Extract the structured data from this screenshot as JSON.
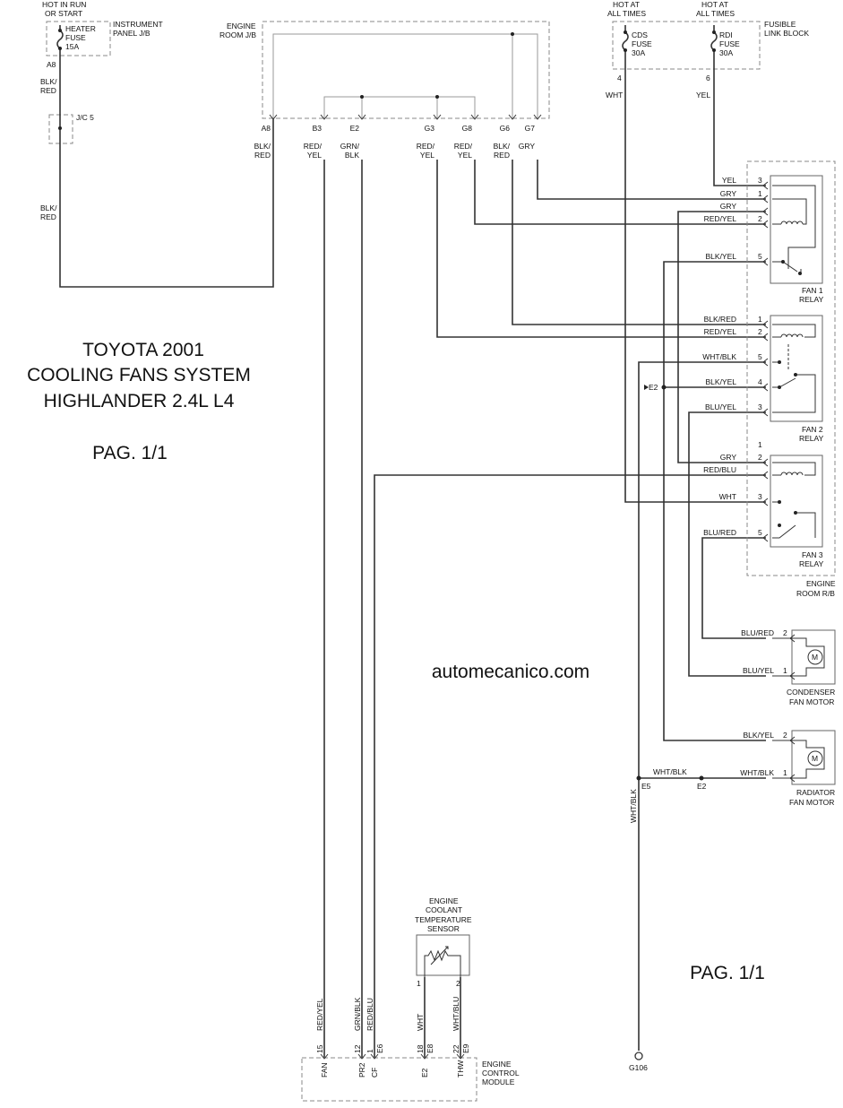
{
  "title": {
    "line1": "TOYOTA 2001",
    "line2": "COOLING FANS SYSTEM",
    "line3": "HIGHLANDER 2.4L L4",
    "page": "PAG. 1/1",
    "page2": "PAG. 1/1"
  },
  "watermark": "automecanico.com",
  "power": {
    "hot_run_start_1": "HOT IN RUN",
    "hot_run_start_2": "OR START",
    "hot_all_times_1": "HOT AT",
    "hot_all_times_2": "ALL TIMES",
    "hot_all_times_b1": "HOT AT",
    "hot_all_times_b2": "ALL TIMES"
  },
  "fuses": {
    "heater": [
      "HEATER",
      "FUSE",
      "15A"
    ],
    "cds": [
      "CDS",
      "FUSE",
      "30A"
    ],
    "rdi": [
      "RDI",
      "FUSE",
      "30A"
    ]
  },
  "blocks": {
    "instrument_panel": [
      "INSTRUMENT",
      "PANEL J/B"
    ],
    "engine_room_jb": [
      "ENGINE",
      "ROOM J/B"
    ],
    "fusible_link": [
      "FUSIBLE",
      "LINK BLOCK"
    ],
    "jc5": "J/C 5",
    "engine_room_rb": [
      "ENGINE",
      "ROOM R/B"
    ],
    "ecm": [
      "ENGINE",
      "CONTROL",
      "MODULE"
    ],
    "ect_sensor": [
      "ENGINE",
      "COOLANT",
      "TEMPERATURE",
      "SENSOR"
    ],
    "condenser_motor": [
      "CONDENSER",
      "FAN MOTOR"
    ],
    "radiator_motor": [
      "RADIATOR",
      "FAN MOTOR"
    ],
    "fan1": [
      "FAN 1",
      "RELAY"
    ],
    "fan2": [
      "FAN 2",
      "RELAY"
    ],
    "fan3": [
      "FAN 3",
      "RELAY"
    ],
    "motor_symbol": "M",
    "ground": "G106"
  },
  "jb_pins": [
    {
      "pin": "A8",
      "wire": [
        "BLK/",
        "RED"
      ]
    },
    {
      "pin": "B3",
      "wire": [
        "RED/",
        "YEL"
      ]
    },
    {
      "pin": "E2",
      "wire": [
        "GRN/",
        "BLK"
      ]
    },
    {
      "pin": "G3",
      "wire": [
        "RED/",
        "YEL"
      ]
    },
    {
      "pin": "G8",
      "wire": [
        "RED/",
        "YEL"
      ]
    },
    {
      "pin": "G6",
      "wire": [
        "BLK/",
        "RED"
      ]
    },
    {
      "pin": "G7",
      "wire": [
        "GRY",
        ""
      ]
    }
  ],
  "left_wires": {
    "a8": "A8",
    "blk_red_1": [
      "BLK/",
      "RED"
    ],
    "blk_red_2": [
      "BLK/",
      "RED"
    ]
  },
  "fuse_pins": {
    "cds_pin": "4",
    "cds_wire": "WHT",
    "rdi_pin": "6",
    "rdi_wire": "YEL"
  },
  "fan1_relay": [
    {
      "wire": "YEL",
      "pin": "3"
    },
    {
      "wire": "GRY",
      "pin": "1"
    },
    {
      "wire": "GRY",
      "pin": ""
    },
    {
      "wire": "RED/YEL",
      "pin": "2"
    },
    {
      "wire": "BLK/YEL",
      "pin": "5"
    }
  ],
  "fan2_relay": [
    {
      "wire": "BLK/RED",
      "pin": "1"
    },
    {
      "wire": "RED/YEL",
      "pin": "2"
    },
    {
      "wire": "WHT/BLK",
      "pin": "5"
    },
    {
      "wire": "BLK/YEL",
      "pin": "4"
    },
    {
      "wire": "BLU/YEL",
      "pin": "3"
    }
  ],
  "fan3_relay": [
    {
      "wire": "",
      "pin": "1"
    },
    {
      "wire": "GRY",
      "pin": "2"
    },
    {
      "wire": "RED/BLU",
      "pin": ""
    },
    {
      "wire": "WHT",
      "pin": "3"
    },
    {
      "wire": "BLU/RED",
      "pin": "5"
    }
  ],
  "splice_e2_relay": "E2",
  "condenser": [
    {
      "wire": "BLU/RED",
      "pin": "2"
    },
    {
      "wire": "BLU/YEL",
      "pin": "1"
    }
  ],
  "radiator": [
    {
      "wire": "BLK/YEL",
      "pin": "2"
    },
    {
      "wire": "WHT/BLK",
      "pin": "1"
    }
  ],
  "ground_splice": {
    "e5": "E5",
    "e2": "E2",
    "wht_blk": "WHT/BLK",
    "wht_blk_vertical": "WHT/BLK"
  },
  "ecm_pins": [
    {
      "num": "15",
      "conn": "",
      "name": "FAN",
      "wire": "RED/YEL"
    },
    {
      "num": "12",
      "conn": "",
      "name": "PR2",
      "wire": "GRN/BLK"
    },
    {
      "num": "1",
      "conn": "E6",
      "name": "CF",
      "wire": "RED/BLU"
    },
    {
      "num": "18",
      "conn": "E8",
      "name": "E2",
      "wire": "WHT"
    },
    {
      "num": "22",
      "conn": "E9",
      "name": "THW",
      "wire": "WHT/BLU"
    }
  ],
  "sensor_pins": [
    "1",
    "2"
  ]
}
